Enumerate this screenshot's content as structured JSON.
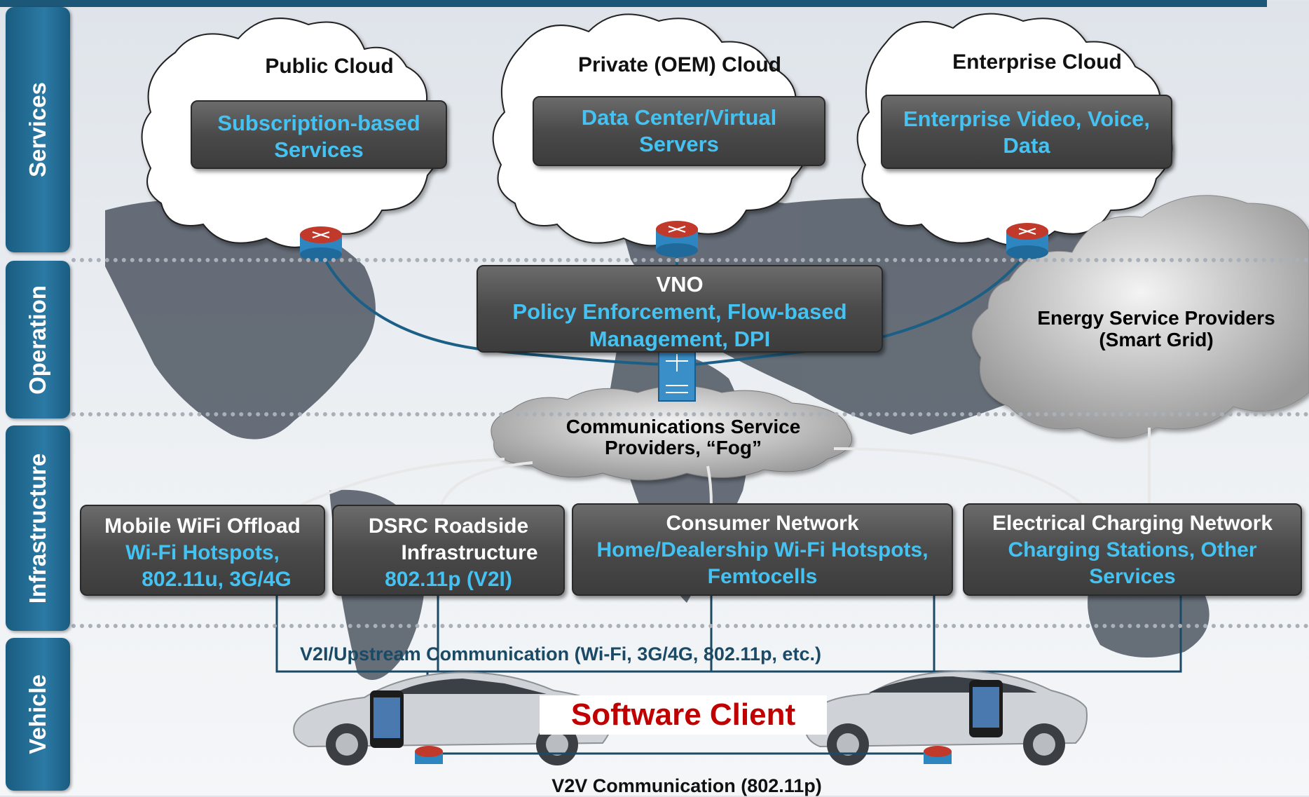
{
  "lanes": {
    "services": "Services",
    "operation": "Operation",
    "infrastructure": "Infrastructure",
    "vehicle": "Vehicle"
  },
  "clouds": {
    "public": {
      "title": "Public Cloud",
      "box": "Subscription-based Services"
    },
    "private": {
      "title": "Private (OEM) Cloud",
      "box": "Data Center/Virtual Servers"
    },
    "enterprise": {
      "title": "Enterprise Cloud",
      "box": "Enterprise Video, Voice, Data"
    }
  },
  "vno": {
    "title": "VNO",
    "line1": "Policy Enforcement, Flow-based",
    "line2": "Management, DPI"
  },
  "energy": {
    "line1": "Energy Service Providers",
    "line2": "(Smart Grid)"
  },
  "fog": {
    "line1": "Communications Service",
    "line2": "Providers, “Fog”"
  },
  "infra": {
    "mobile": {
      "title": "Mobile WiFi Offload",
      "line1": "Wi-Fi Hotspots,",
      "line2": "802.11u, 3G/4G"
    },
    "dsrc": {
      "title": "DSRC Roadside",
      "title2": "Infrastructure",
      "line1": "802.11p (V2I)"
    },
    "consumer": {
      "title": "Consumer Network",
      "line1": "Home/Dealership Wi-Fi Hotspots,",
      "line2": "Femtocells"
    },
    "charging": {
      "title": "Electrical Charging Network",
      "line1": "Charging Stations, Other",
      "line2": "Services"
    }
  },
  "v2i": "V2I/Upstream Communication (Wi-Fi, 3G/4G, 802.11p, etc.)",
  "software_client": "Software Client",
  "v2v": "V2V Communication (802.11p)",
  "colors": {
    "lane": "#1f6a94",
    "accent_blue": "#44c2f2",
    "client_red": "#c00000",
    "box": "#4a4a4a"
  }
}
